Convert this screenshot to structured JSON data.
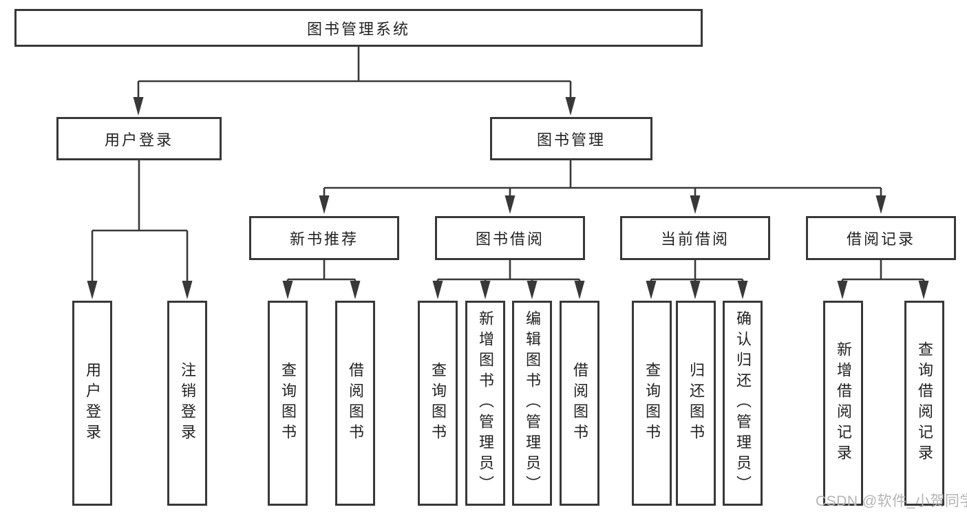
{
  "diagram": {
    "root": {
      "label": "图书管理系统"
    },
    "level1": [
      {
        "label": "用户登录"
      },
      {
        "label": "图书管理"
      }
    ],
    "level2": [
      {
        "label": "新书推荐"
      },
      {
        "label": "图书借阅"
      },
      {
        "label": "当前借阅"
      },
      {
        "label": "借阅记录"
      }
    ],
    "leaves": {
      "user_login": [
        "用户登录",
        "注销登录"
      ],
      "new_book_recommend": [
        "查询图书",
        "借阅图书"
      ],
      "book_borrow": [
        "查询图书",
        "新增图书（管理员）",
        "编辑图书（管理员）",
        "借阅图书"
      ],
      "current_borrow": [
        "查询图书",
        "归还图书",
        "确认归还（管理员）"
      ],
      "borrow_records": [
        "新增借阅记录",
        "查询借阅记录"
      ]
    }
  },
  "watermark": {
    "text": "CSDN @软件_小贺同学"
  },
  "colors": {
    "line": "#383838",
    "text": "#222222",
    "box_fill": "#ffffff",
    "watermark": "#b4b4b4"
  }
}
